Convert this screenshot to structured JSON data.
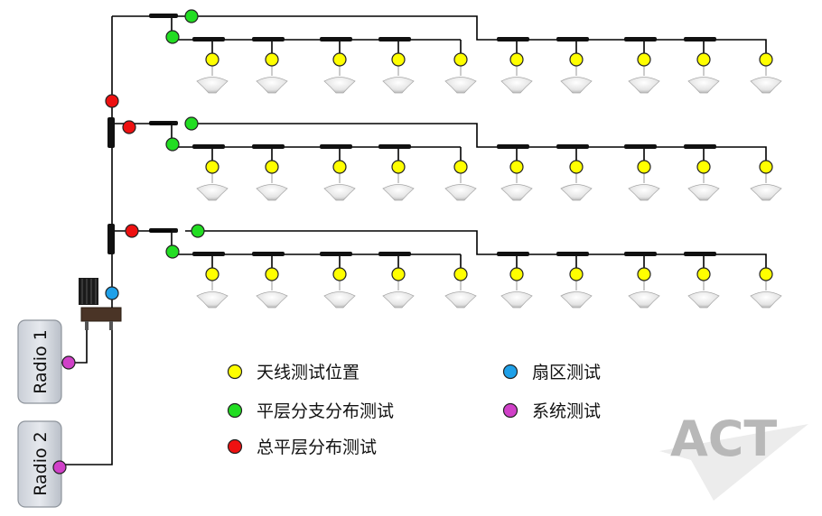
{
  "radios": [
    {
      "label": "Radio 1"
    },
    {
      "label": "Radio 2"
    }
  ],
  "legend": [
    {
      "label": "天线测试位置",
      "color": "#ffff00"
    },
    {
      "label": "平层分支分布测试",
      "color": "#22dd22"
    },
    {
      "label": "总平层分布测试",
      "color": "#ee1111"
    },
    {
      "label": "扇区测试",
      "color": "#1ea0e8"
    },
    {
      "label": "系统测试",
      "color": "#d040c8"
    }
  ],
  "logo": {
    "text": "ACT"
  },
  "colors": {
    "antenna_point": "#ffff00",
    "branch_test": "#22dd22",
    "floor_test": "#ee1111",
    "sector_test": "#1ea0e8",
    "system_test": "#d040c8"
  },
  "floors": [
    {
      "antenna_count": 10
    },
    {
      "antenna_count": 10
    },
    {
      "antenna_count": 10
    }
  ]
}
